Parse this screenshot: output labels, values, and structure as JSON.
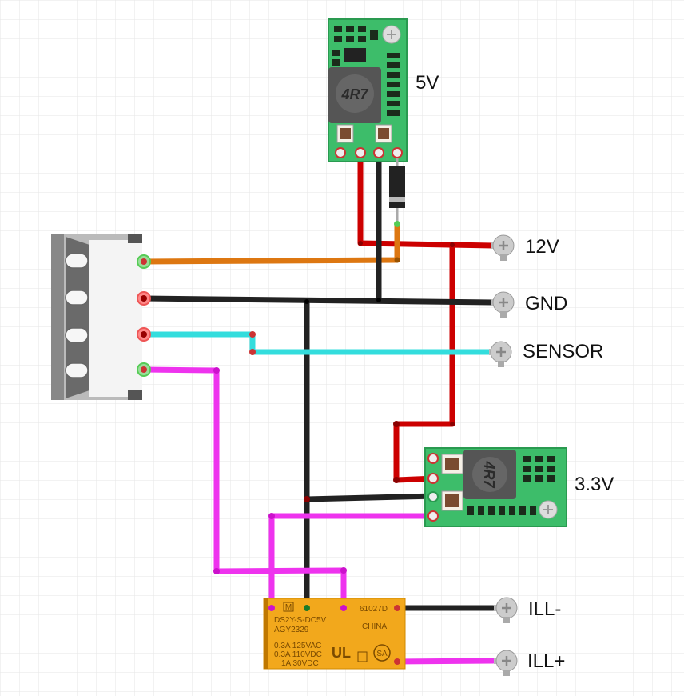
{
  "labels": {
    "reg_top": "5V",
    "reg_bottom": "3.3V",
    "v12": "12V",
    "gnd": "GND",
    "sensor": "SENSOR",
    "ill_minus": "ILL-",
    "ill_plus": "ILL+"
  },
  "regulator": {
    "marking": "4R7"
  },
  "relay": {
    "logo": "M",
    "model": "DS2Y-S-DC5V",
    "code": "AGY2329",
    "lot": "61027D",
    "origin": "CHINA",
    "rating1": "0.3A 125VAC",
    "rating2": "0.3A 110VDC",
    "rating3": "1A   30VDC",
    "cert1": "UL",
    "cert2": "SA"
  },
  "colors": {
    "v12": "#cc0000",
    "gnd": "#222222",
    "sensor": "#33dddd",
    "ill": "#ee33ee",
    "ignition": "#dd7711",
    "pcb": "#3dbd6a",
    "relay": "#f2a81c"
  }
}
